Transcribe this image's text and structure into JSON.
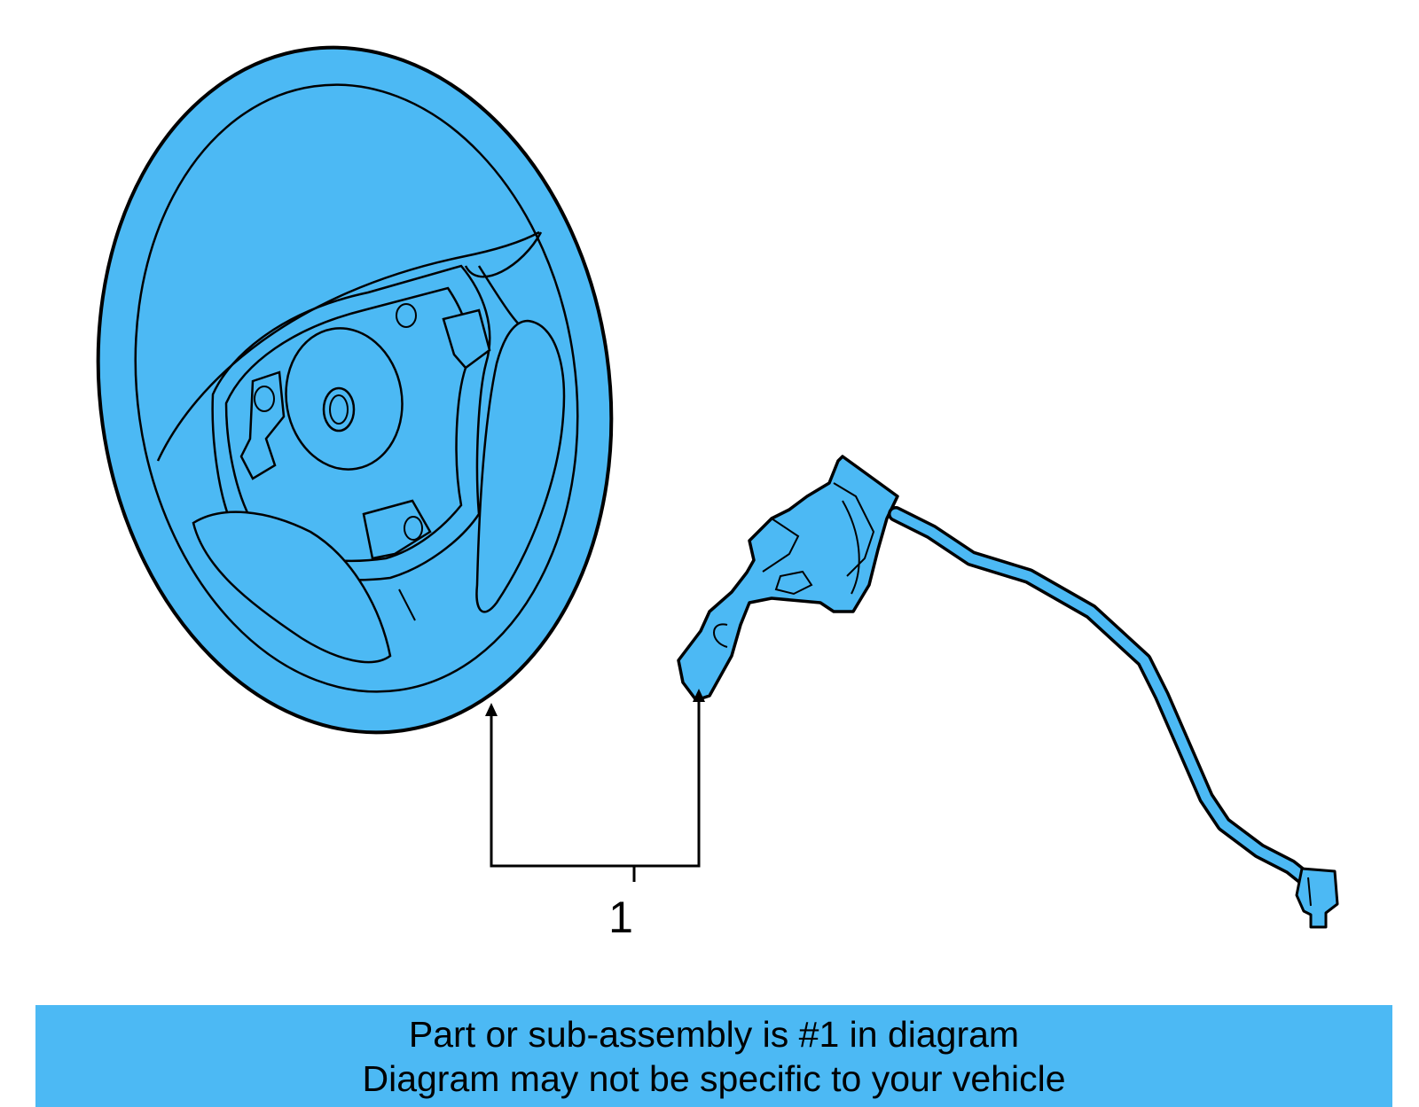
{
  "colors": {
    "accent": "#4cb9f4",
    "stroke": "#000000"
  },
  "callout": {
    "number": "1"
  },
  "banner": {
    "line1": "Part or sub-assembly is #1 in diagram",
    "line2": "Diagram may not be specific to your vehicle"
  }
}
